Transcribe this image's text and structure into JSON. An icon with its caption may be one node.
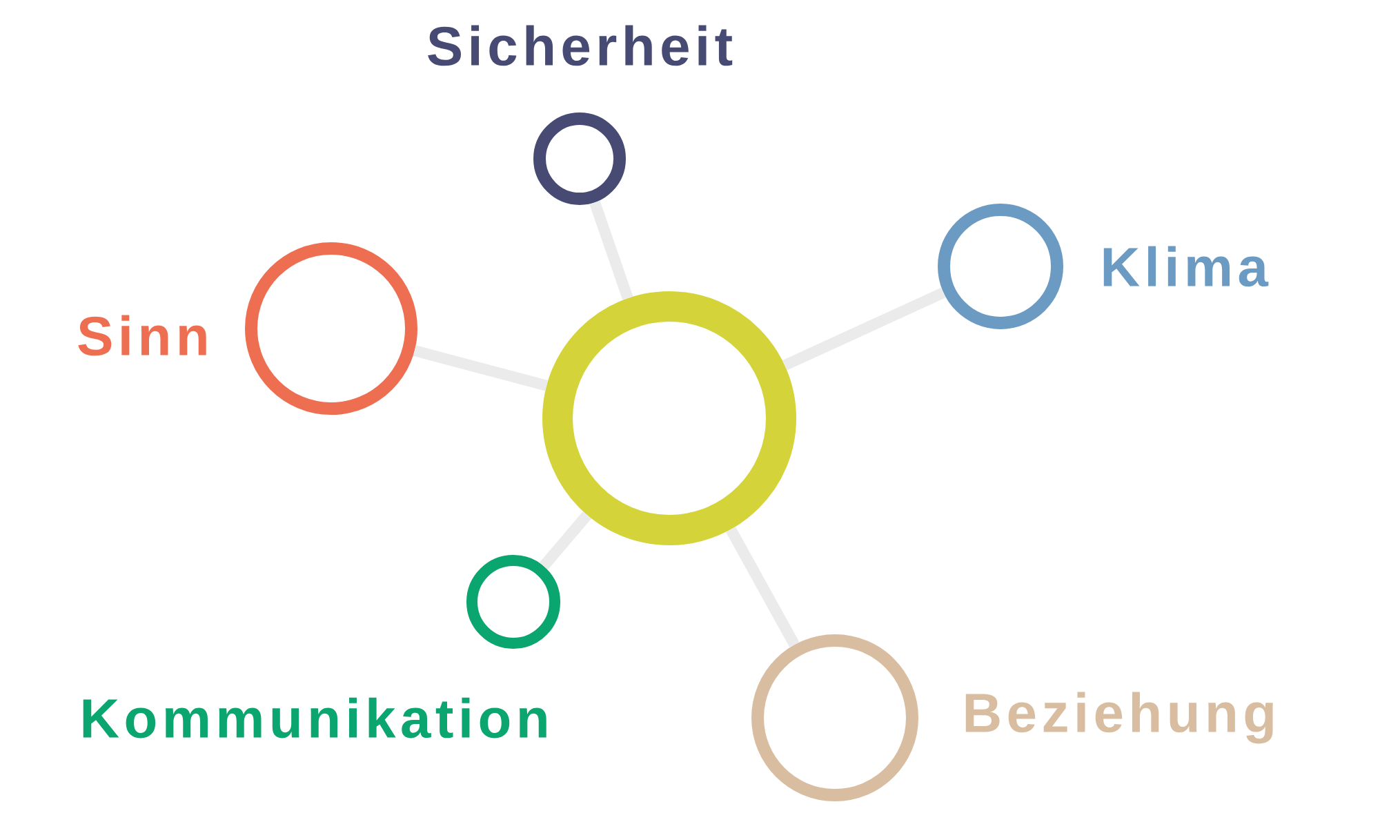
{
  "diagram": {
    "nodes": [
      {
        "text": [
          "Sicherheit"
        ]
      },
      {
        "text": [
          "Klima"
        ]
      },
      {
        "text": [
          "Sinn"
        ]
      },
      {
        "text": [],
        "shape": "circle"
      },
      {
        "text": [
          "Kommunikation"
        ]
      },
      {
        "text": [
          "Beziehung"
        ]
      }
    ],
    "edges": [
      {
        "from": 3,
        "to": 0,
        "arrow": "none"
      },
      {
        "from": 3,
        "to": 1,
        "arrow": "none"
      },
      {
        "from": 3,
        "to": 2,
        "arrow": "none"
      },
      {
        "from": 3,
        "to": 4,
        "arrow": "none"
      },
      {
        "from": 3,
        "to": 5,
        "arrow": "none"
      }
    ]
  }
}
